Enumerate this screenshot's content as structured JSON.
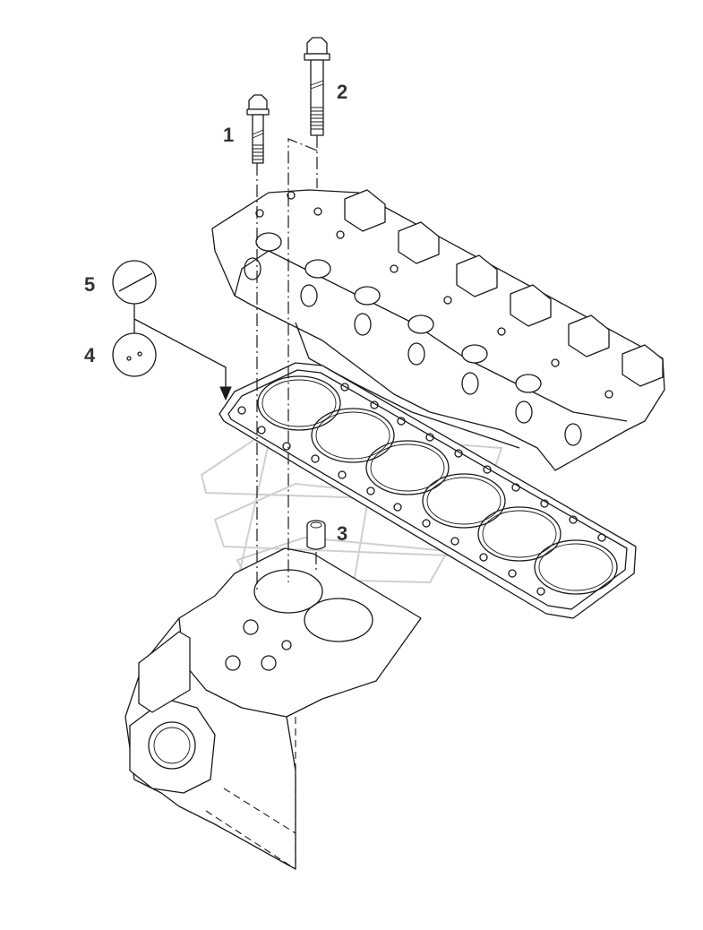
{
  "callouts": [
    {
      "id": "bolt-short",
      "label": "1"
    },
    {
      "id": "bolt-long",
      "label": "2"
    },
    {
      "id": "dowel",
      "label": "3"
    },
    {
      "id": "gasket-marking-b",
      "label": "4"
    },
    {
      "id": "gasket-marking-a",
      "label": "5"
    }
  ],
  "colors": {
    "line": "#1a1a1a",
    "label": "#333333",
    "watermark": "#cfcfcf",
    "background": "#ffffff"
  }
}
